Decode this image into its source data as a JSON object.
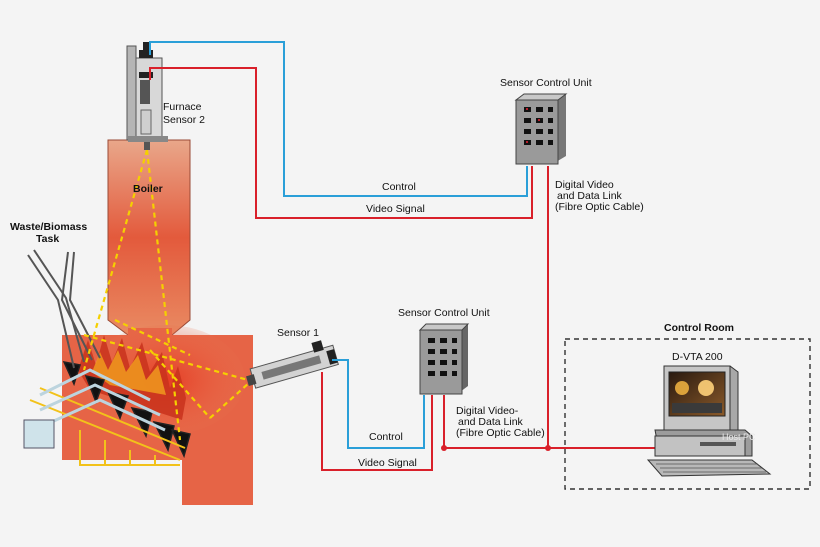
{
  "labels": {
    "furnace_sensor_2_line1": "Furnace",
    "furnace_sensor_2_line2": "Sensor 2",
    "boiler": "Boiler",
    "waste_line1": "Waste/Biomass",
    "waste_line2": "Task",
    "sensor_1": "Sensor 1",
    "scu_top": "Sensor Control Unit",
    "scu_bottom": "Sensor Control Unit",
    "control_top": "Control",
    "video_top": "Video Signal",
    "control_bottom": "Control",
    "video_bottom": "Video Signal",
    "link_top_1": "Digital Video",
    "link_top_2": "and Data Link",
    "link_top_3": "(Fibre Optic Cable)",
    "link_bottom_1": "Digital Video-",
    "link_bottom_2": "and Data Link",
    "link_bottom_3": "(Fibre Optic Cable)",
    "control_room": "Control Room",
    "dvta": "D-VTA 200",
    "pc_caption": "Host PC"
  },
  "colors": {
    "control_line": "#2a9fd8",
    "video_line": "#d9202a",
    "furnace_fill": "#e57350",
    "beam": "#f5d000"
  }
}
